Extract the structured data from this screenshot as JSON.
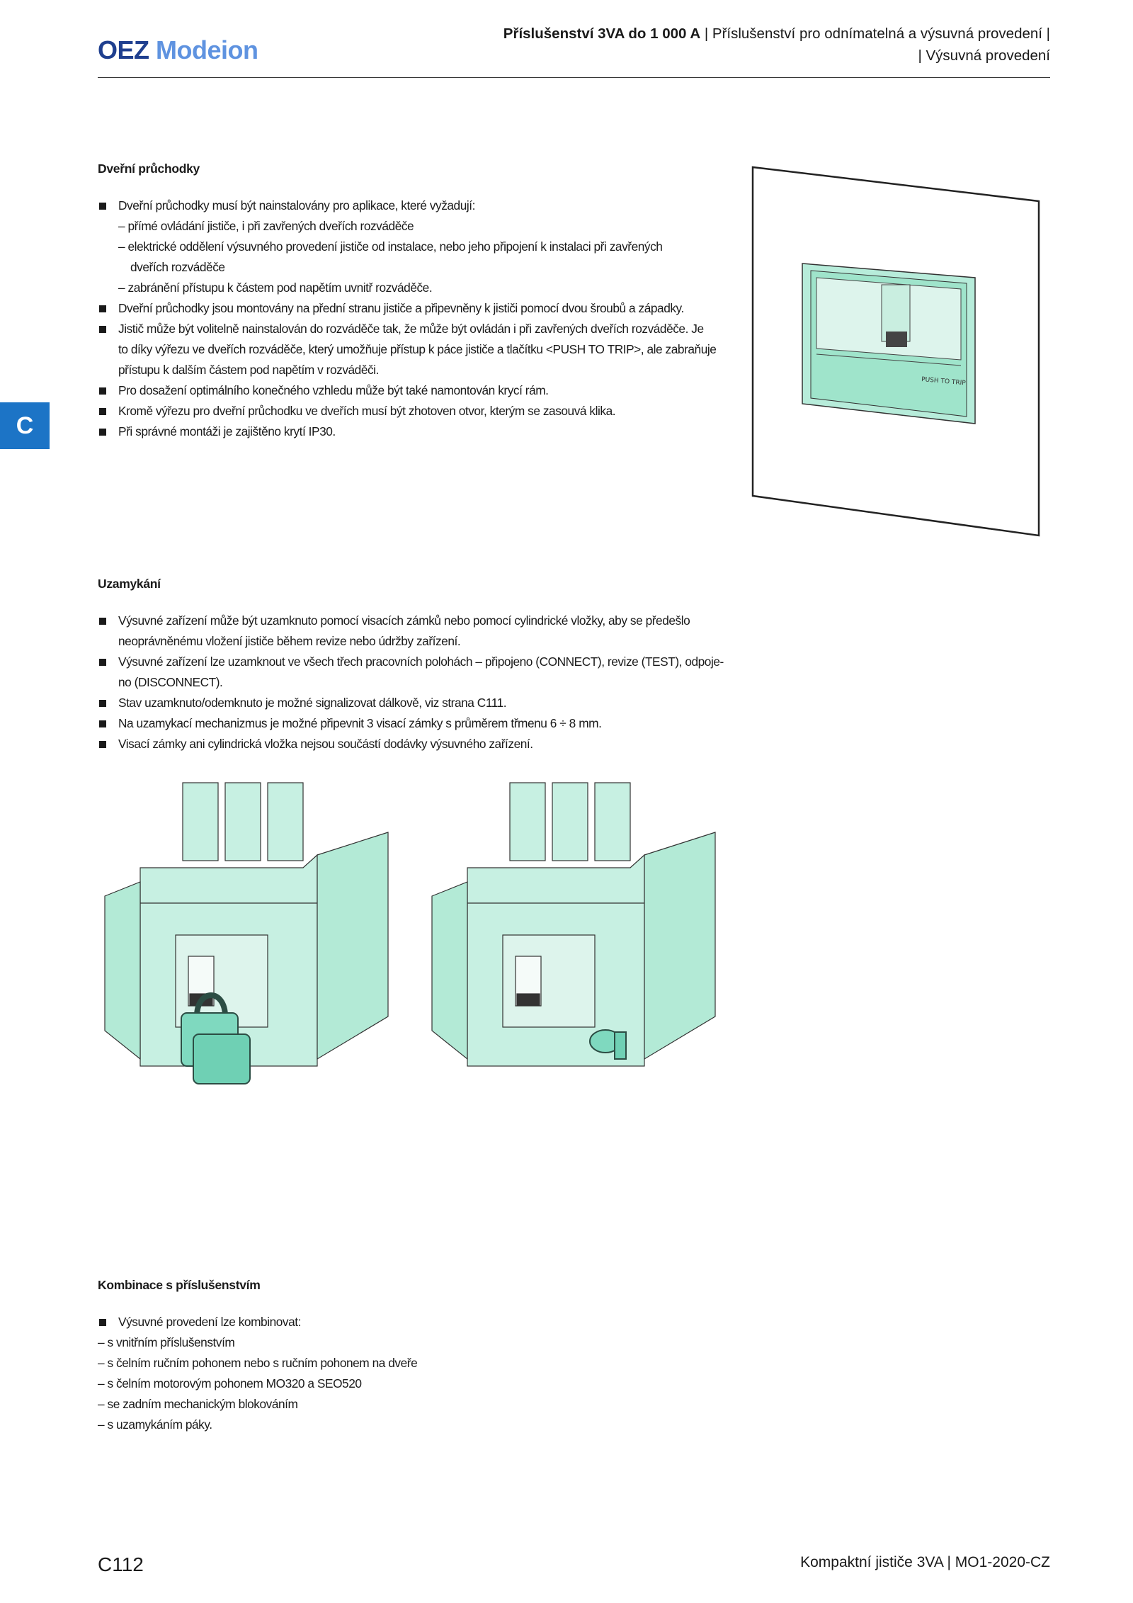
{
  "header": {
    "logo_brand": "OEZ",
    "logo_product": "Modeion",
    "line1_bold": "Příslušenství 3VA do 1 000 A",
    "line1_rest": " | Příslušenství pro odnímatelná a výsuvná provedení |",
    "line2": "| Výsuvná provedení"
  },
  "side_tab": "C",
  "sections": {
    "door": {
      "title": "Dveřní průchodky",
      "items": [
        "Dveřní průchodky musí být nainstalovány pro aplikace, které vyžadují:",
        "– přímé ovládání jističe, i při zavřených dveřích rozváděče",
        "– elektrické oddělení výsuvného provedení jističe od instalace, nebo jeho připojení k instalaci při zavřených",
        "dveřích rozváděče",
        "– zabránění přístupu k částem pod napětím uvnitř rozváděče.",
        "Dveřní průchodky jsou montovány na přední stranu jističe a připevněny k jističi pomocí dvou šroubů a západky.",
        "Jistič může být volitelně nainstalován do rozváděče tak, že může být ovládán i při zavřených dveřích rozváděče. Je",
        "to díky výřezu ve dveřích rozváděče, který umožňuje přístup k páce jističe a tlačítku <PUSH TO TRIP>, ale zabraňuje",
        "přístupu k dalším částem pod napětím v rozváděči.",
        "Pro dosažení optimálního konečného vzhledu může být také namontován krycí rám.",
        "Kromě výřezu pro dveřní průchodku ve dveřích musí být zhotoven otvor, kterým se zasouvá klika.",
        "Při správné montáži je zajištěno krytí IP30."
      ],
      "figure_label": "PUSH TO TRIP"
    },
    "lock": {
      "title": "Uzamykání",
      "items": [
        "Výsuvné zařízení může být uzamknuto pomocí visacích zámků nebo pomocí cylindrické vložky, aby se předešlo",
        "neoprávněnému vložení jističe během revize nebo údržby zařízení.",
        "Výsuvné zařízení lze uzamknout ve všech třech pracovních polohách – připojeno (CONNECT), revize (TEST), odpoje-",
        "no (DISCONNECT).",
        "Stav uzamknuto/odemknuto je možné signalizovat dálkově, viz strana C111.",
        "Na uzamykací mechanizmus je možné připevnit 3 visací zámky s průměrem třmenu 6 ÷ 8 mm.",
        "Visací zámky ani cylindrická vložka nejsou součástí dodávky výsuvného zařízení."
      ]
    },
    "combo": {
      "title": "Kombinace s příslušenstvím",
      "items": [
        "Výsuvné provedení lze kombinovat:",
        "– s vnitřním příslušenstvím",
        "– s čelním ručním pohonem nebo s ručním pohonem na dveře",
        "– s čelním motorovým pohonem MO320 a SEO520",
        "– se zadním mechanickým blokováním",
        "– s uzamykáním páky."
      ]
    }
  },
  "colors": {
    "accent": "#1c74c6",
    "mint": "#a8e8d4",
    "mint_dark": "#7fd9bf",
    "logo_dark": "#1f3f8f",
    "logo_light": "#5f93e0"
  },
  "footer": {
    "page": "C112",
    "right": "Kompaktní jističe 3VA | MO1-2020-CZ"
  }
}
